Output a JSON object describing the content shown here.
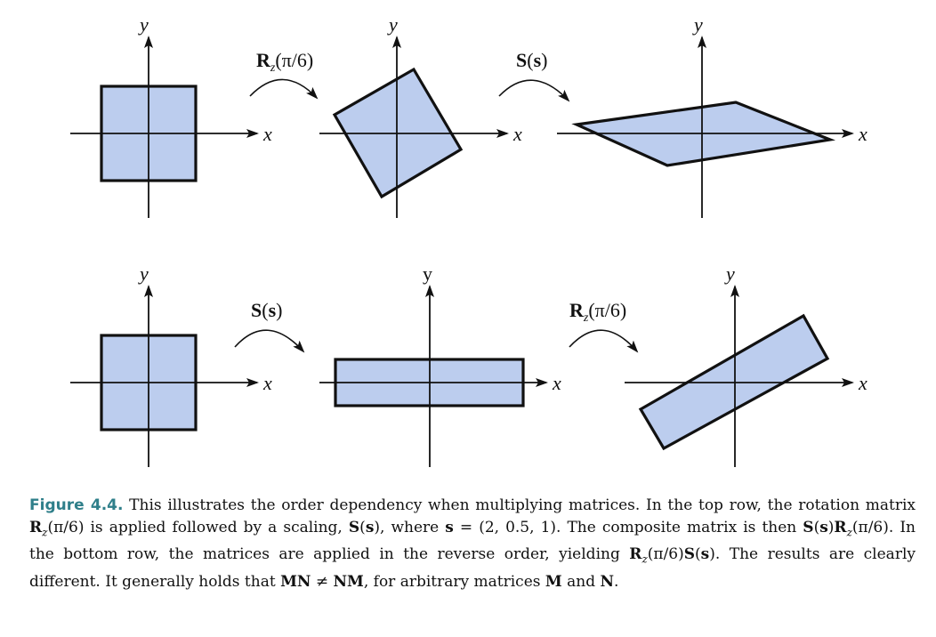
{
  "operators": {
    "rotation": {
      "symbol": "R",
      "subscript": "z",
      "argument": "(π/6)"
    },
    "scaling": {
      "symbol": "S",
      "argument_open": "(",
      "argument_var": "s",
      "argument_close": ")"
    }
  },
  "axes": {
    "x_label": "x",
    "y_label": "y",
    "y_label_upright": "y"
  },
  "caption": {
    "label": "Figure 4.4.",
    "text_1": " This illustrates the order dependency when multiplying matrices. In the top row, the rotation matrix ",
    "text_2": " is applied followed by a scaling, ",
    "text_3": ", where ",
    "text_3b": " = (2, 0.5, 1). The composite matrix is then ",
    "text_4": ". In the bottom row, the matrices are applied in the reverse order, yielding ",
    "text_5": ". The results are clearly different. It generally holds that ",
    "text_6": " ≠ ",
    "text_7": ", for arbitrary matrices ",
    "text_8": " and ",
    "text_9": "."
  },
  "colors": {
    "shape_fill": "#bccdee",
    "outline": "#111111",
    "caption_label": "#2f7f8a"
  }
}
